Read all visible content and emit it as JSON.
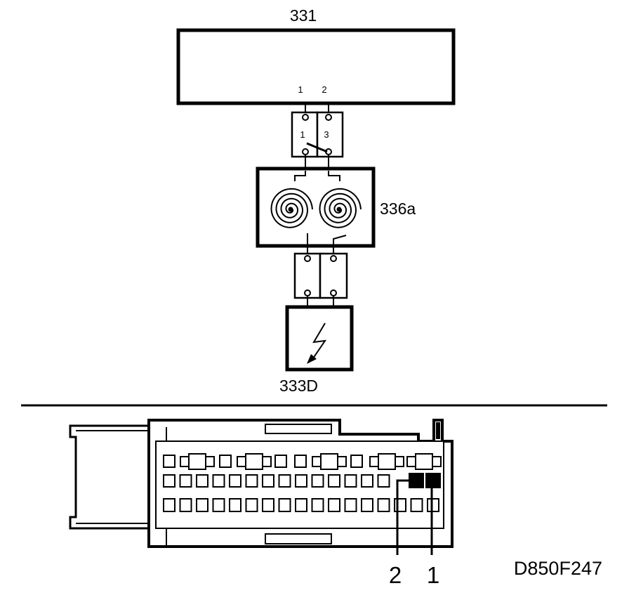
{
  "ecu": {
    "label": "331",
    "pin_1": "1",
    "pin_2": "2"
  },
  "connector_top": {
    "pin_left": "1",
    "pin_right": "3"
  },
  "clock_spring": {
    "label": "336a"
  },
  "airbag_module": {
    "label": "333D"
  },
  "harness_connector": {
    "callout_left": "2",
    "callout_right": "1"
  },
  "figure_code": "D850F247",
  "icons": {
    "airbag": "lightning-bolt-icon",
    "coil": "spiral-coil-icon"
  }
}
